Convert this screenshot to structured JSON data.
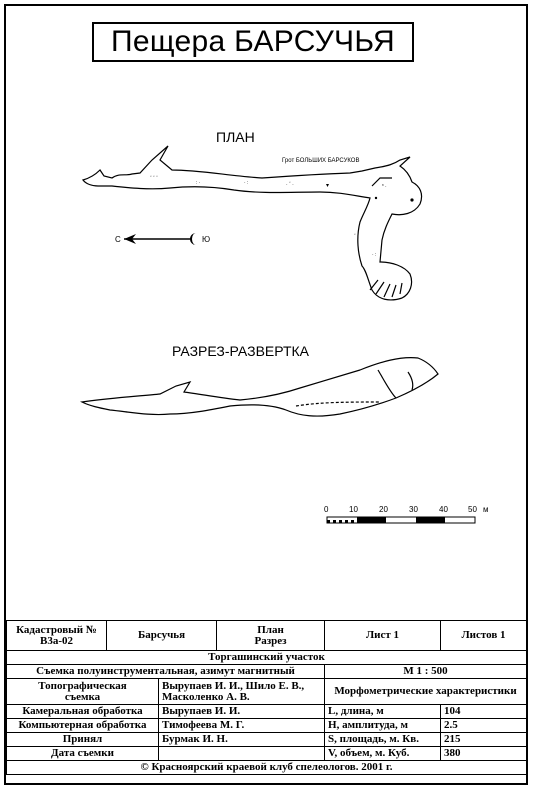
{
  "title": "Пещера БАРСУЧЬЯ",
  "plan_label": "ПЛАН",
  "section_label": "РАЗРЕЗ-РАЗВЕРТКА",
  "grotto_label": "Грот БОЛЬШИХ БАРСУКОВ",
  "compass": {
    "left": "С",
    "right": "Ю"
  },
  "scale_bar": {
    "ticks": [
      "0",
      "10",
      "20",
      "30",
      "40",
      "50"
    ],
    "unit": "м"
  },
  "table": {
    "cadastral_label": "Кадастровый №",
    "cadastral_value": "B3a-02",
    "cave_name": "Барсучья",
    "views_1": "План",
    "views_2": "Разрез",
    "sheet": "Лист 1",
    "sheets_total": "Листов 1",
    "area": "Торгашинский участок",
    "survey_type": "Съемка полуинструментальная, азимут магнитный",
    "scale": "М 1 : 500",
    "topo_label_1": "Топографическая",
    "topo_label_2": "съемка",
    "topo_value_1": "Вырупаев И. И., Шило Е. В.,",
    "topo_value_2": "Масколенко А. В.",
    "morph_header": "Морфометрические характеристики",
    "camera_label": "Камеральная обработка",
    "camera_value": "Вырупаев И. И.",
    "computer_label": "Компьютерная обработка",
    "computer_value": "Тимофеева М. Г.",
    "accepted_label": "Принял",
    "accepted_value": "Бурмак И. Н.",
    "date_label": "Дата съемки",
    "date_value": "",
    "length_label": "L, длина, м",
    "length_value": "104",
    "amplitude_label": "H, амплитуда, м",
    "amplitude_value": "2.5",
    "area_label": "S, площадь, м. Кв.",
    "area_value": "215",
    "volume_label": "V, объем, м. Куб.",
    "volume_value": "380",
    "copyright": "© Красноярский краевой клуб спелеологов. 2001 г."
  }
}
